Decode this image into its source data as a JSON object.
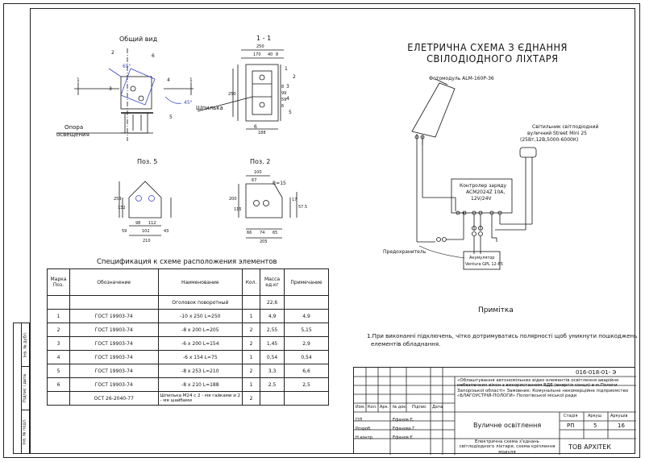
{
  "views": {
    "general_view_label": "Общий вид",
    "section_label": "1 - 1",
    "pos5_label": "Поз. 5",
    "pos2_label": "Поз. 2",
    "support_label_1": "Опора",
    "support_label_2": "освещения",
    "bolt_label": "Шпилька",
    "angle_65": "65°",
    "angle_45": "45°",
    "radius": "R=15",
    "callouts": [
      "1",
      "1",
      "2",
      "3",
      "4",
      "5",
      "6",
      "1",
      "2",
      "3",
      "4",
      "5",
      "6"
    ],
    "dims_section": [
      "250",
      "170",
      "40",
      "8",
      "188",
      "250",
      "6",
      "59",
      "99",
      "8"
    ],
    "dims_pos5": [
      "253",
      "132",
      "98",
      "112",
      "59",
      "102",
      "43",
      "210"
    ],
    "dims_pos2": [
      "100",
      "67",
      "200",
      "115",
      "66",
      "74",
      "65",
      "205",
      "17",
      "57.5"
    ]
  },
  "spec_table": {
    "title": "Спецификация к схеме расположения элементов",
    "headers": [
      "Марка Поз.",
      "Обозначение",
      "Наименование",
      "Кол.",
      "Масса ед.кг",
      "Примечание"
    ],
    "rows": [
      [
        "",
        "",
        "Оголовок поворотный",
        "",
        "22,6",
        ""
      ],
      [
        "1",
        "ГОСТ 19903-74",
        "-10 х 250 L=250",
        "1",
        "4,9",
        "4,9"
      ],
      [
        "2",
        "ГОСТ 19903-74",
        "-8 х 200 L=205",
        "2",
        "2,55",
        "5,15"
      ],
      [
        "3",
        "ГОСТ 19903-74",
        "-6 х 200 L=154",
        "2",
        "1,45",
        "2,9"
      ],
      [
        "4",
        "ГОСТ 19903-74",
        "-6 х 154 L=75",
        "1",
        "0,54",
        "0,54"
      ],
      [
        "5",
        "ГОСТ 19903-74",
        "-8 х 253 L=210",
        "2",
        "3,3",
        "6,6"
      ],
      [
        "6",
        "ГОСТ 19903-74",
        "-8 х 210 L=188",
        "1",
        "2,5",
        "2,5"
      ],
      [
        "",
        "ОСТ 26-2040-77",
        "Шпилька М24 с 2 - мя гайками и 2 - мя шайбами",
        "2",
        "",
        ""
      ]
    ]
  },
  "scheme": {
    "title_line1": "ЕЛЕТРИЧНА СХЕМА З ЄДНАННЯ",
    "title_line2": "СВІЛОДІОДНОГО ЛІХТАРЯ",
    "pv_module": "Фотомодуль ALM-160P-36",
    "lamp_line1": "Світильник світлодіодний",
    "lamp_line2": "вуличний Street Mini 25",
    "lamp_line3": "(25Вт,12В,5000-6000К)",
    "controller_line1": "Контролер заряду",
    "controller_line2": "ACM2024Z 10A,",
    "controller_line3": "12V/24V",
    "fuse": "Предохранитель",
    "battery_line1": "Акумулятор",
    "battery_line2": "Ventura GPL 12-65"
  },
  "note": {
    "heading": "Примітка",
    "text_line1": "1.При виконанні підключень, чітко дотримуватись полярності щоб уникнути пошкоджень",
    "text_line2": "елементів обладнання."
  },
  "side_stamp": [
    "Інв. № дубл.",
    "Підпис і дата",
    "Інв. № подл."
  ],
  "title_block": {
    "code": "016-018-01- Э",
    "project": "«Облаштування автономільних відео елементів освітлення аварійно небезпечних вікон з використанням ВДЕ (енергія сонця) в м.Пологи Запорізької області» Замовник: Комунальне некомерційне підприємство «БЛАГОУСТРІЙ-ПОЛОГИ» Пологівської міської ради",
    "hdr_izm": "Изм.",
    "hdr_kol": "Кол.",
    "hdr_list": "Арк.",
    "hdr_doc": "№ док.",
    "hdr_sign": "Підпис",
    "hdr_date": "Дата",
    "role_gip": "ГІП",
    "role_dev": "Розроб.",
    "role_check": "Н.контр.",
    "name_gip": "Ефанов Є.",
    "name_dev": "Ефанова Г.",
    "name_check": "Ефанов Є.",
    "object": "Вуличне освітлення",
    "stage_hdr": "Стадія",
    "sheet_hdr": "Аркуш",
    "sheets_hdr": "Аркушів",
    "stage": "РП",
    "sheet": "5",
    "sheets": "16",
    "sheet_title": "Електрична схема з'єднань світлодіодного ліхтаря, схема кріплення модуля",
    "company": "ТОВ АРХІТЕК"
  }
}
